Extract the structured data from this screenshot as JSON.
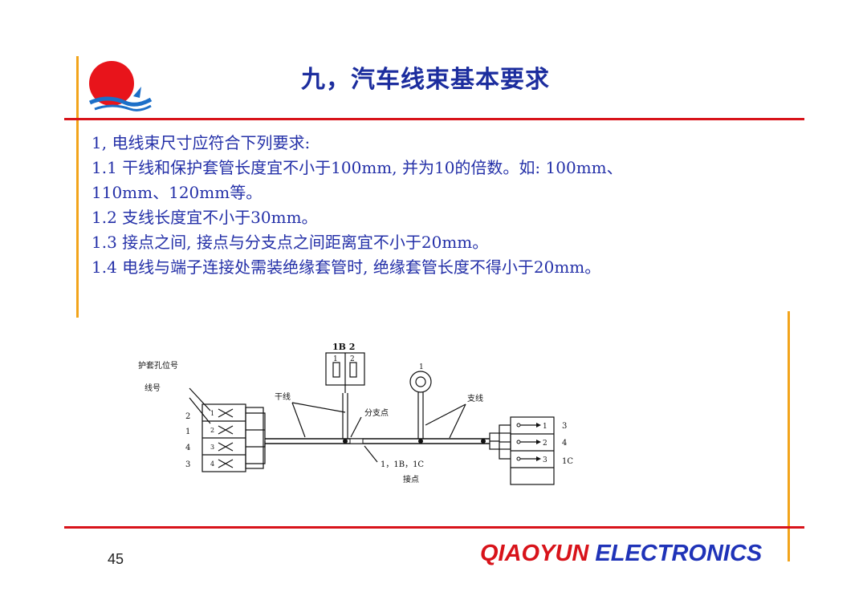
{
  "slide": {
    "title": "九，汽车线束基本要求",
    "page_number": "45",
    "brand_part1": "QIAOYUN",
    "brand_part2": "ELECTRONICS"
  },
  "body": {
    "lines": [
      "1, 电线束尺寸应符合下列要求:",
      "1.1 干线和保护套管长度宜不小于100mm, 并为10的倍数。如: 100mm、",
      "110mm、120mm等。",
      "1.2 支线长度宜不小于30mm。",
      "1.3 接点之间, 接点与分支点之间距离宜不小于20mm。",
      "1.4 电线与端子连接处需装绝缘套管时, 绝缘套管长度不得小于20mm。"
    ]
  },
  "diagram": {
    "label_hole_position": "护套孔位号",
    "label_wire_number": "线号",
    "label_trunk": "干线",
    "label_branch_point": "分支点",
    "label_branch": "支线",
    "label_splice_ids": "1，1B，1C",
    "label_splice": "接点",
    "connector_top_name": "1B 2",
    "connector_top_pins": [
      "1",
      "2"
    ],
    "ring_terminal_label": "1",
    "left_wire_numbers": [
      "2",
      "1",
      "4",
      "3"
    ],
    "left_pin_numbers": [
      "1",
      "2",
      "3",
      "4"
    ],
    "right_pin_numbers": [
      "1",
      "2",
      "3"
    ],
    "right_wire_numbers": [
      "3",
      "4",
      "1C"
    ]
  },
  "colors": {
    "title": "#1c2d9e",
    "text": "#2430a8",
    "rule_red": "#d8131a",
    "rule_orange": "#f2a41b",
    "brand_red": "#d8131a",
    "brand_blue": "#1f33b8"
  }
}
